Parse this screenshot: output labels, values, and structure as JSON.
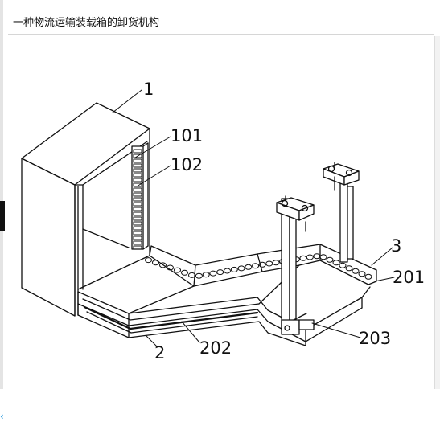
{
  "header": {
    "title": "一种物流运输装载箱的卸货机构"
  },
  "labels": {
    "l1": "1",
    "l101": "101",
    "l102": "102",
    "l2": "2",
    "l202": "202",
    "l3": "3",
    "l201": "201",
    "l203": "203"
  },
  "icons": {
    "left_marker": "chevron-left-icon"
  },
  "colors": {
    "line": "#111111",
    "background": "#ffffff",
    "marker_arrow": "#35a0e0"
  }
}
